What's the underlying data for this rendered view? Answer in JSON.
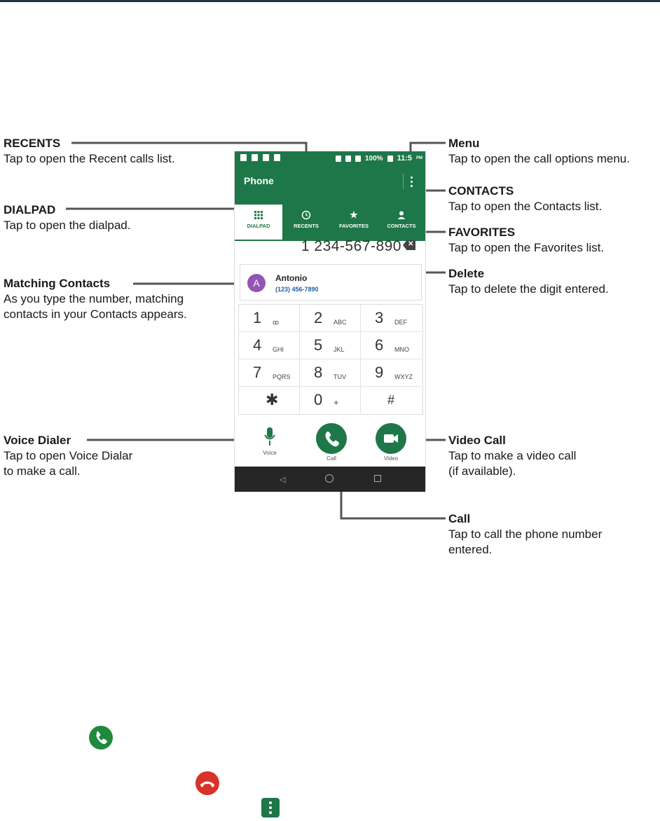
{
  "phone": {
    "status": {
      "battery": "100%",
      "time": "11:5",
      "ampm": "PM"
    },
    "app_title": "Phone",
    "tabs": [
      {
        "label": "DIALPAD",
        "icon": "dialpad-icon"
      },
      {
        "label": "RECENTS",
        "icon": "clock-icon"
      },
      {
        "label": "FAVORITES",
        "icon": "star-icon"
      },
      {
        "label": "CONTACTS",
        "icon": "person-icon"
      }
    ],
    "dialed_number": "1 234-567-890",
    "match": {
      "initial": "A",
      "name": "Antonio",
      "number": "(123) 456-7890"
    },
    "keys": [
      {
        "digit": "1",
        "letters": "ꝏ"
      },
      {
        "digit": "2",
        "letters": "ABC"
      },
      {
        "digit": "3",
        "letters": "DEF"
      },
      {
        "digit": "4",
        "letters": "GHI"
      },
      {
        "digit": "5",
        "letters": "JKL"
      },
      {
        "digit": "6",
        "letters": "MNO"
      },
      {
        "digit": "7",
        "letters": "PQRS"
      },
      {
        "digit": "8",
        "letters": "TUV"
      },
      {
        "digit": "9",
        "letters": "WXYZ"
      },
      {
        "digit": "✱",
        "letters": ""
      },
      {
        "digit": "0",
        "letters": "+"
      },
      {
        "digit": "#",
        "letters": ""
      }
    ],
    "actions": {
      "voice": "Voice",
      "call": "Call",
      "video": "Video"
    }
  },
  "callouts": {
    "recents": {
      "title": "RECENTS",
      "desc": "Tap to open the Recent calls list."
    },
    "dialpad": {
      "title": "DIALPAD",
      "desc": "Tap to open the dialpad."
    },
    "matching": {
      "title": "Matching Contacts",
      "desc1": "As you type the number, matching",
      "desc2": "contacts in your Contacts appears."
    },
    "voice": {
      "title": "Voice Dialer",
      "desc1": "Tap to open Voice Dialar",
      "desc2": "to make a call."
    },
    "menu": {
      "title": "Menu",
      "desc": "Tap to open the call options menu."
    },
    "contacts": {
      "title": "CONTACTS",
      "desc": "Tap to open the Contacts list."
    },
    "favorites": {
      "title": "FAVORITES",
      "desc": "Tap to open the Favorites list."
    },
    "delete": {
      "title": "Delete",
      "desc": "Tap to delete the digit entered."
    },
    "video": {
      "title": "Video Call",
      "desc1": "Tap to make a video call",
      "desc2": "(if available)."
    },
    "call": {
      "title": "Call",
      "desc1": "Tap to call the phone number",
      "desc2": "entered."
    }
  },
  "colors": {
    "green": "#1e7748",
    "end_call": "#d8322a",
    "avatar": "#9355b3"
  }
}
